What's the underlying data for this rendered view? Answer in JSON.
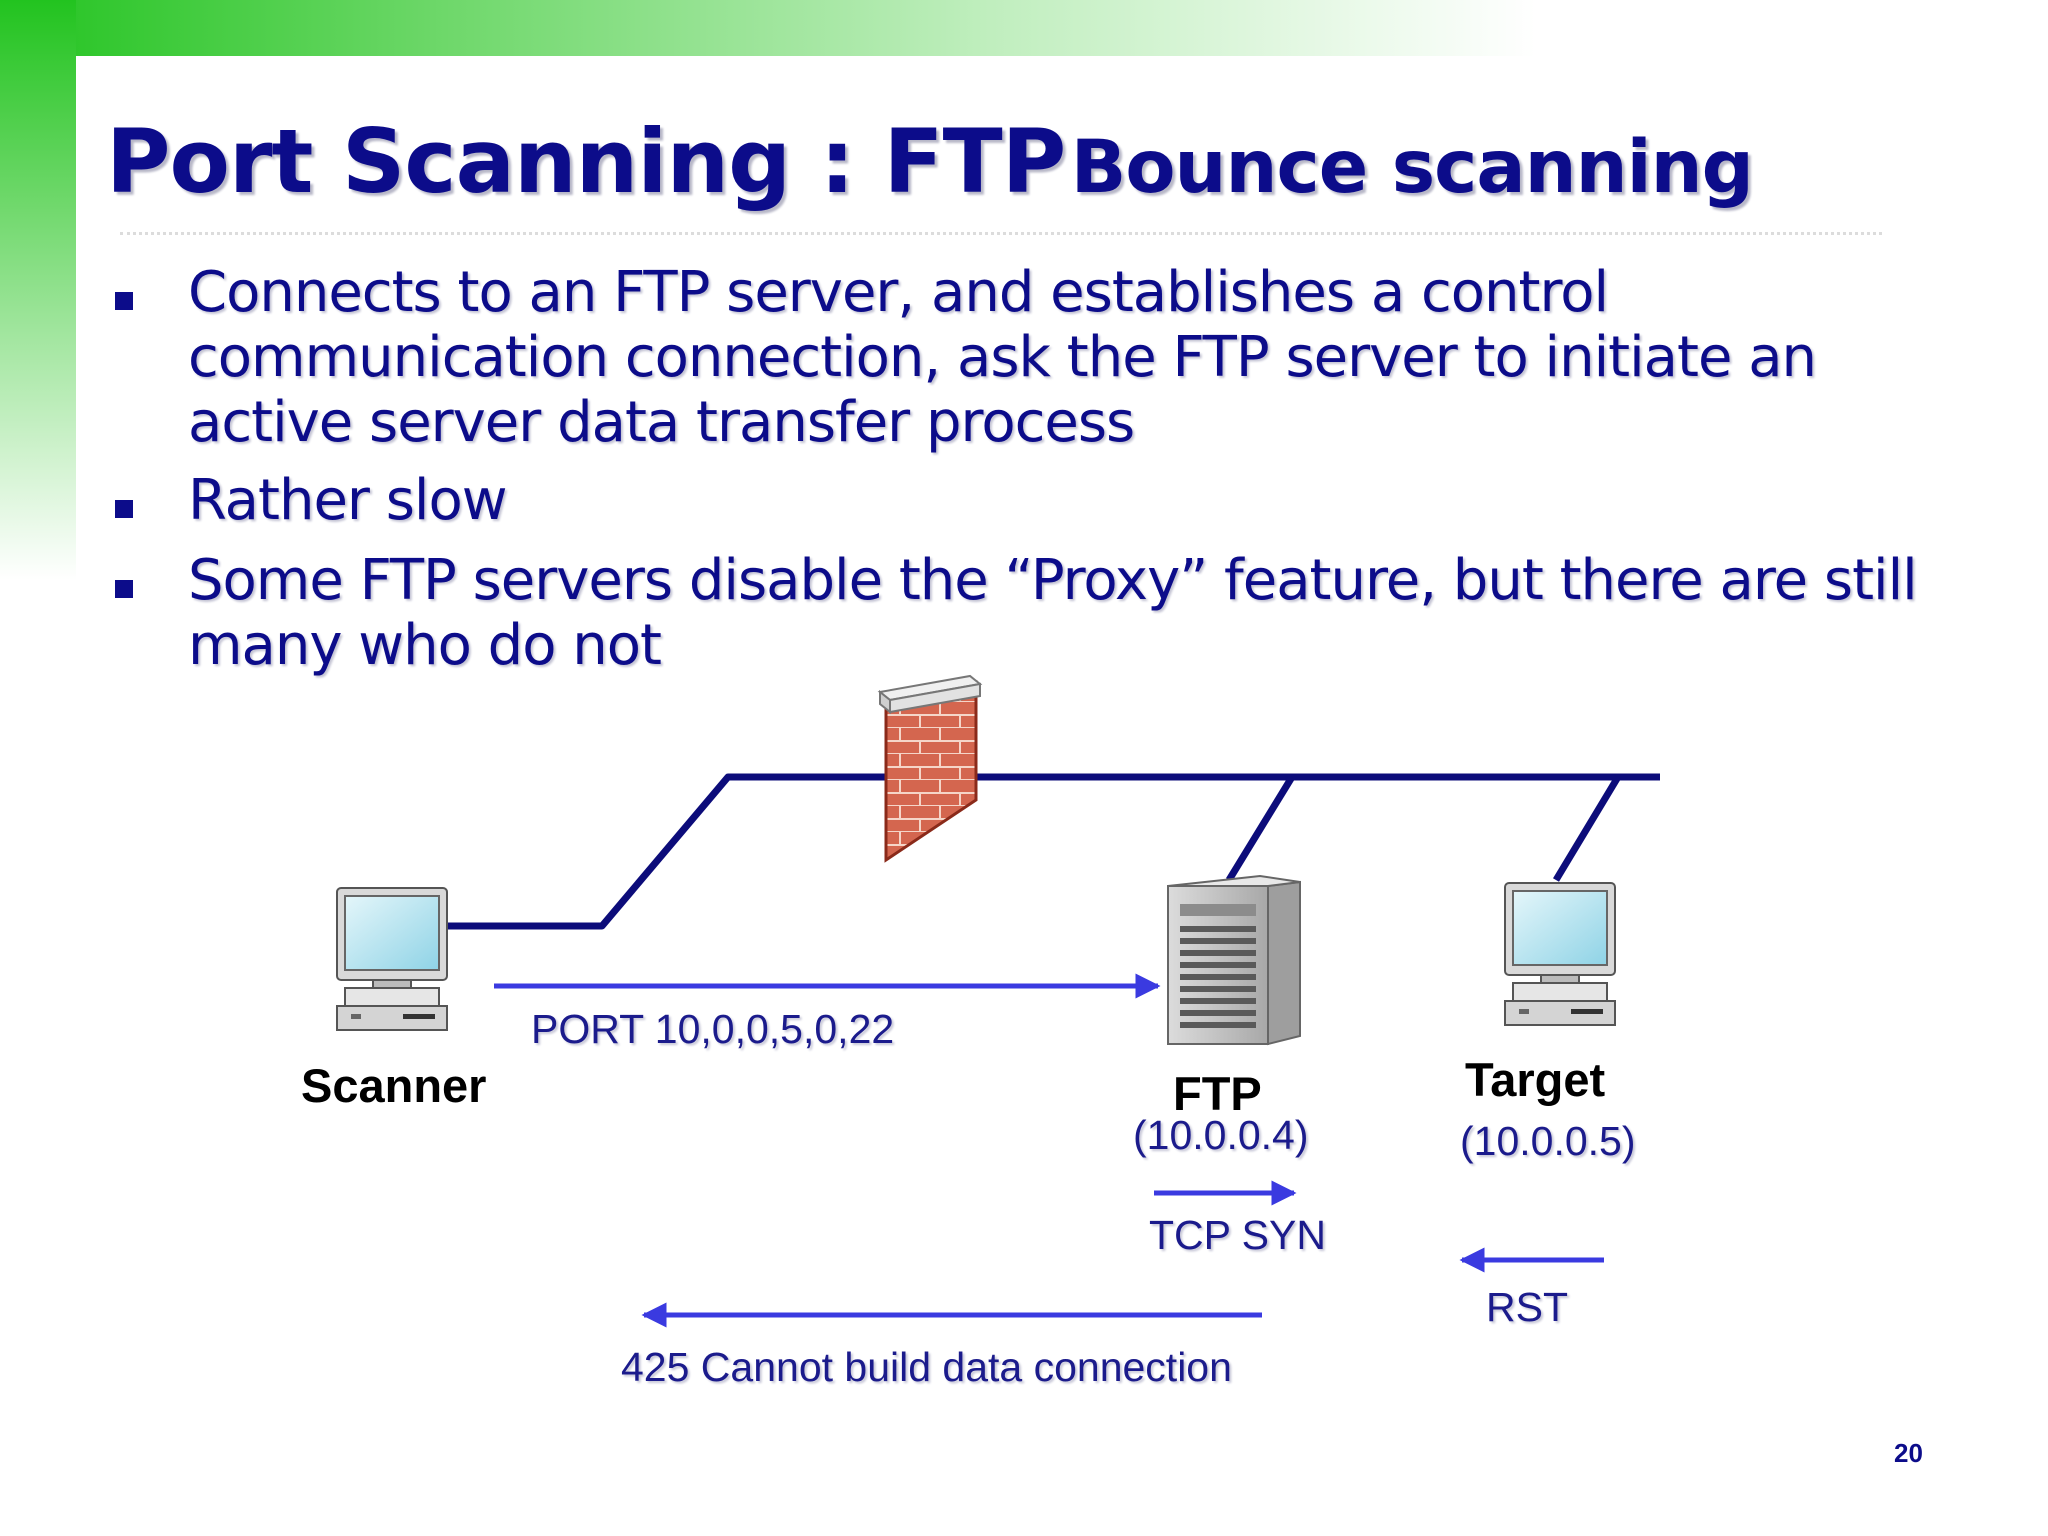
{
  "slide": {
    "title_main": "Port Scanning : FTP",
    "title_sub": "Bounce scanning",
    "bullets": [
      {
        "lines": [
          "Connects to an FTP server, and establishes a control",
          "communication connection, ask the FTP server to initiate an",
          "active server data transfer process"
        ]
      },
      {
        "lines": [
          "Rather slow"
        ]
      },
      {
        "lines": [
          "Some FTP servers disable the “Proxy” feature, but there are still",
          "many who do not"
        ]
      }
    ],
    "page_number": "20"
  },
  "diagram": {
    "scanner_label": "Scanner",
    "ftp_label": "FTP",
    "ftp_ip": "(10.0.0.4)",
    "target_label": "Target",
    "target_ip": "(10.0.0.5)",
    "msg_port": "PORT 10,0,0,5,0,22",
    "msg_syn": "TCP SYN",
    "msg_rst": "RST",
    "msg_425": "425 Cannot build data connection",
    "colors": {
      "network_line": "#0c0c7a",
      "arrow": "#3a3ae0",
      "brick": "#d4664f"
    },
    "icons": [
      "desktop-computer-icon",
      "firewall-icon",
      "server-tower-icon"
    ]
  }
}
